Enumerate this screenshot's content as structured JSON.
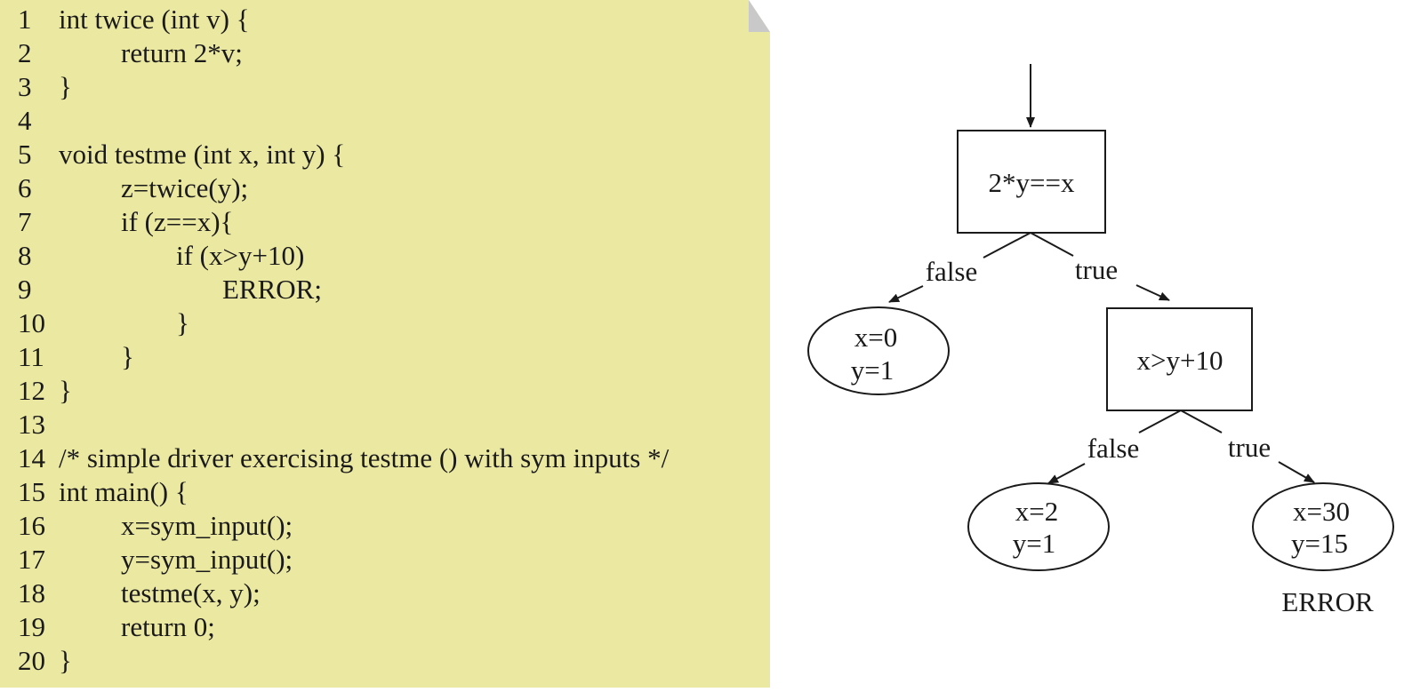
{
  "code": {
    "lines": [
      {
        "number": "1",
        "indent": 0,
        "text": "int twice (int v) {"
      },
      {
        "number": "2",
        "indent": 1,
        "text": "return 2*v;"
      },
      {
        "number": "3",
        "indent": 0,
        "text": "}"
      },
      {
        "number": "4",
        "indent": 0,
        "text": ""
      },
      {
        "number": "5",
        "indent": 0,
        "text": "void testme (int x, int y) {"
      },
      {
        "number": "6",
        "indent": 1,
        "text": "z=twice(y);"
      },
      {
        "number": "7",
        "indent": 1,
        "text": "if (z==x){"
      },
      {
        "number": "8",
        "indent": 2,
        "text": "if (x>y+10)"
      },
      {
        "number": "9",
        "indent": 3,
        "text": "ERROR;"
      },
      {
        "number": "10",
        "indent": 2,
        "text": "}"
      },
      {
        "number": "11",
        "indent": 1,
        "text": "}"
      },
      {
        "number": "12",
        "indent": 0,
        "text": "}"
      },
      {
        "number": "13",
        "indent": 0,
        "text": ""
      },
      {
        "number": "14",
        "indent": 0,
        "text": "/* simple driver exercising testme () with sym inputs */"
      },
      {
        "number": "15",
        "indent": 0,
        "text": "int main() {"
      },
      {
        "number": "16",
        "indent": 1,
        "text": "x=sym_input();"
      },
      {
        "number": "17",
        "indent": 1,
        "text": "y=sym_input();"
      },
      {
        "number": "18",
        "indent": 1,
        "text": "testme(x, y);"
      },
      {
        "number": "19",
        "indent": 1,
        "text": "return 0;"
      },
      {
        "number": "20",
        "indent": 0,
        "text": "}"
      }
    ]
  },
  "tree": {
    "root_condition": "2*y==x",
    "root_false_label": "false",
    "root_true_label": "true",
    "false_leaf": {
      "x": "x=0",
      "y": "y=1"
    },
    "inner_condition": "x>y+10",
    "inner_false_label": "false",
    "inner_true_label": "true",
    "inner_false_leaf": {
      "x": "x=2",
      "y": "y=1"
    },
    "inner_true_leaf": {
      "x": "x=30",
      "y": "y=15"
    },
    "error_label": "ERROR"
  },
  "colors": {
    "code_background": "#ebe8a2",
    "page_fold": "#c9c9c9",
    "ink": "#1a1a1a"
  }
}
